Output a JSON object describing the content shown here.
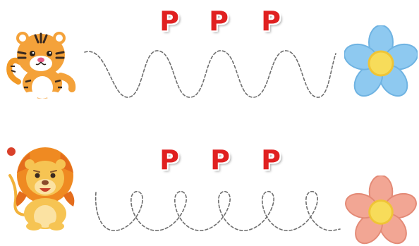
{
  "worksheet": {
    "letter": "P",
    "rows": [
      {
        "animal": "tiger-icon",
        "flower": "blue-flower-icon",
        "flower_petal_color": "#8ec9f0",
        "flower_edge_color": "#6fb3e2",
        "flower_center_color": "#f7dc5a",
        "trace_path": "wave",
        "letters": [
          "P",
          "P",
          "P"
        ]
      },
      {
        "animal": "lion-icon",
        "flower": "pink-flower-icon",
        "flower_petal_color": "#f2a694",
        "flower_edge_color": "#e38a76",
        "flower_center_color": "#f7dc5a",
        "trace_path": "loops",
        "letters": [
          "P",
          "P",
          "P"
        ]
      }
    ]
  }
}
